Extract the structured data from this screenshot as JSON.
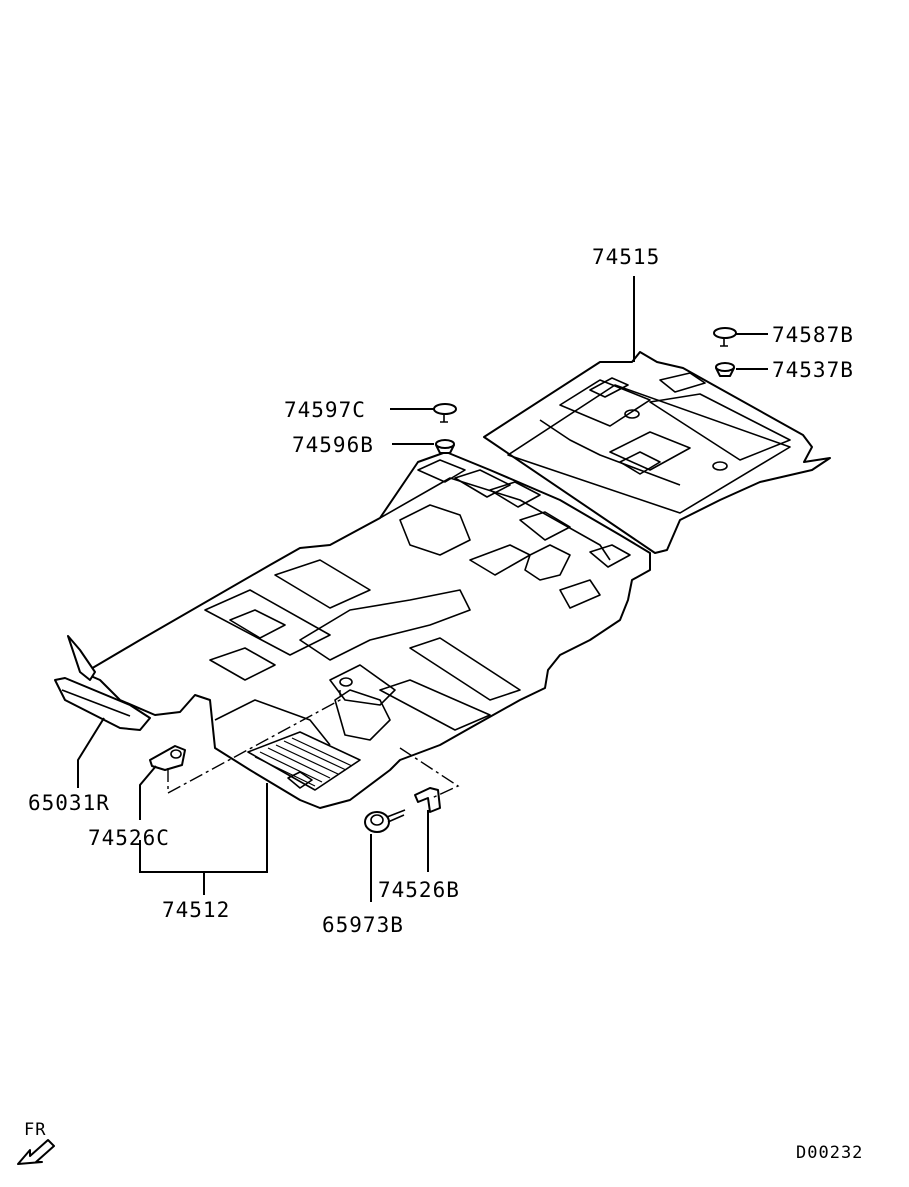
{
  "diagram": {
    "code": "D00232",
    "direction_label": "FR",
    "labels": {
      "p74515": "74515",
      "p74587B": "74587B",
      "p74537B": "74537B",
      "p74597C": "74597C",
      "p74596B": "74596B",
      "p65031R": "65031R",
      "p74526C": "74526C",
      "p74512": "74512",
      "p74526B": "74526B",
      "p65973B": "65973B"
    }
  },
  "colors": {
    "line": "#000000",
    "background": "#ffffff"
  },
  "icons": {
    "direction": "front-arrow-icon"
  }
}
